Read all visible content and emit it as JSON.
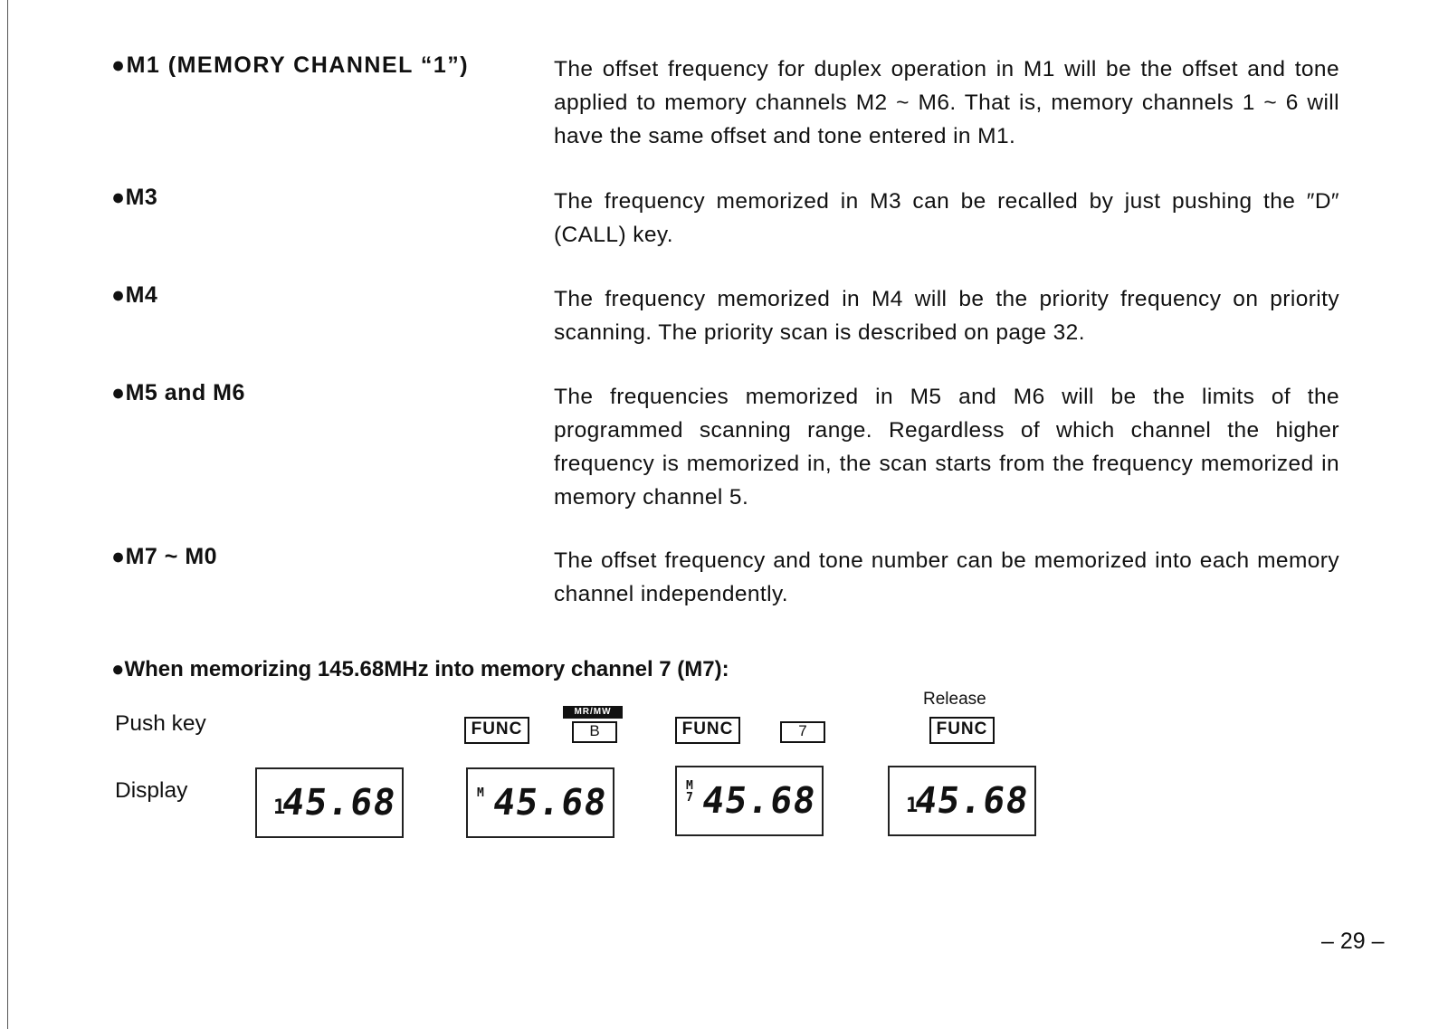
{
  "sections": [
    {
      "label": "●M1 (MEMORY CHANNEL “1”)",
      "text": "The offset frequency for duplex operation in M1 will be the offset and tone applied to memory channels M2 ~ M6. That is, memory channels 1 ~ 6 will have the same offset and tone entered in M1."
    },
    {
      "label": "●M3",
      "text": "The frequency memorized in M3 can be recalled by just pushing the ″D″ (CALL) key."
    },
    {
      "label": "●M4",
      "text": "The frequency memorized in M4 will be the priority frequency on priority scanning. The priority scan is described on page 32."
    },
    {
      "label": "●M5 and M6",
      "text": "The frequencies memorized in M5 and M6 will be the limits of the programmed scanning range. Regardless of which channel the higher frequency is memorized in, the scan starts from the frequency memorized in memory channel 5."
    },
    {
      "label": "●M7 ~ M0",
      "text": "The offset frequency and tone number can be memorized into each memory channel independently."
    }
  ],
  "example": {
    "title": "●When memorizing 145.68MHz into memory channel 7 (M7):",
    "push_key_label": "Push key",
    "display_label": "Display",
    "keys": {
      "func": "FUNC",
      "b": "B",
      "mrmw": "MR/MW",
      "seven": "7",
      "release": "Release"
    },
    "displays": [
      {
        "digits": "45.68",
        "prefix": "1",
        "mark": ""
      },
      {
        "digits": "45.68",
        "prefix": "",
        "mark": "M"
      },
      {
        "digits": "45.68",
        "prefix": "",
        "mark": "M\n7"
      },
      {
        "digits": "45.68",
        "prefix": "1",
        "mark": ""
      }
    ]
  },
  "page_number": "– 29 –"
}
